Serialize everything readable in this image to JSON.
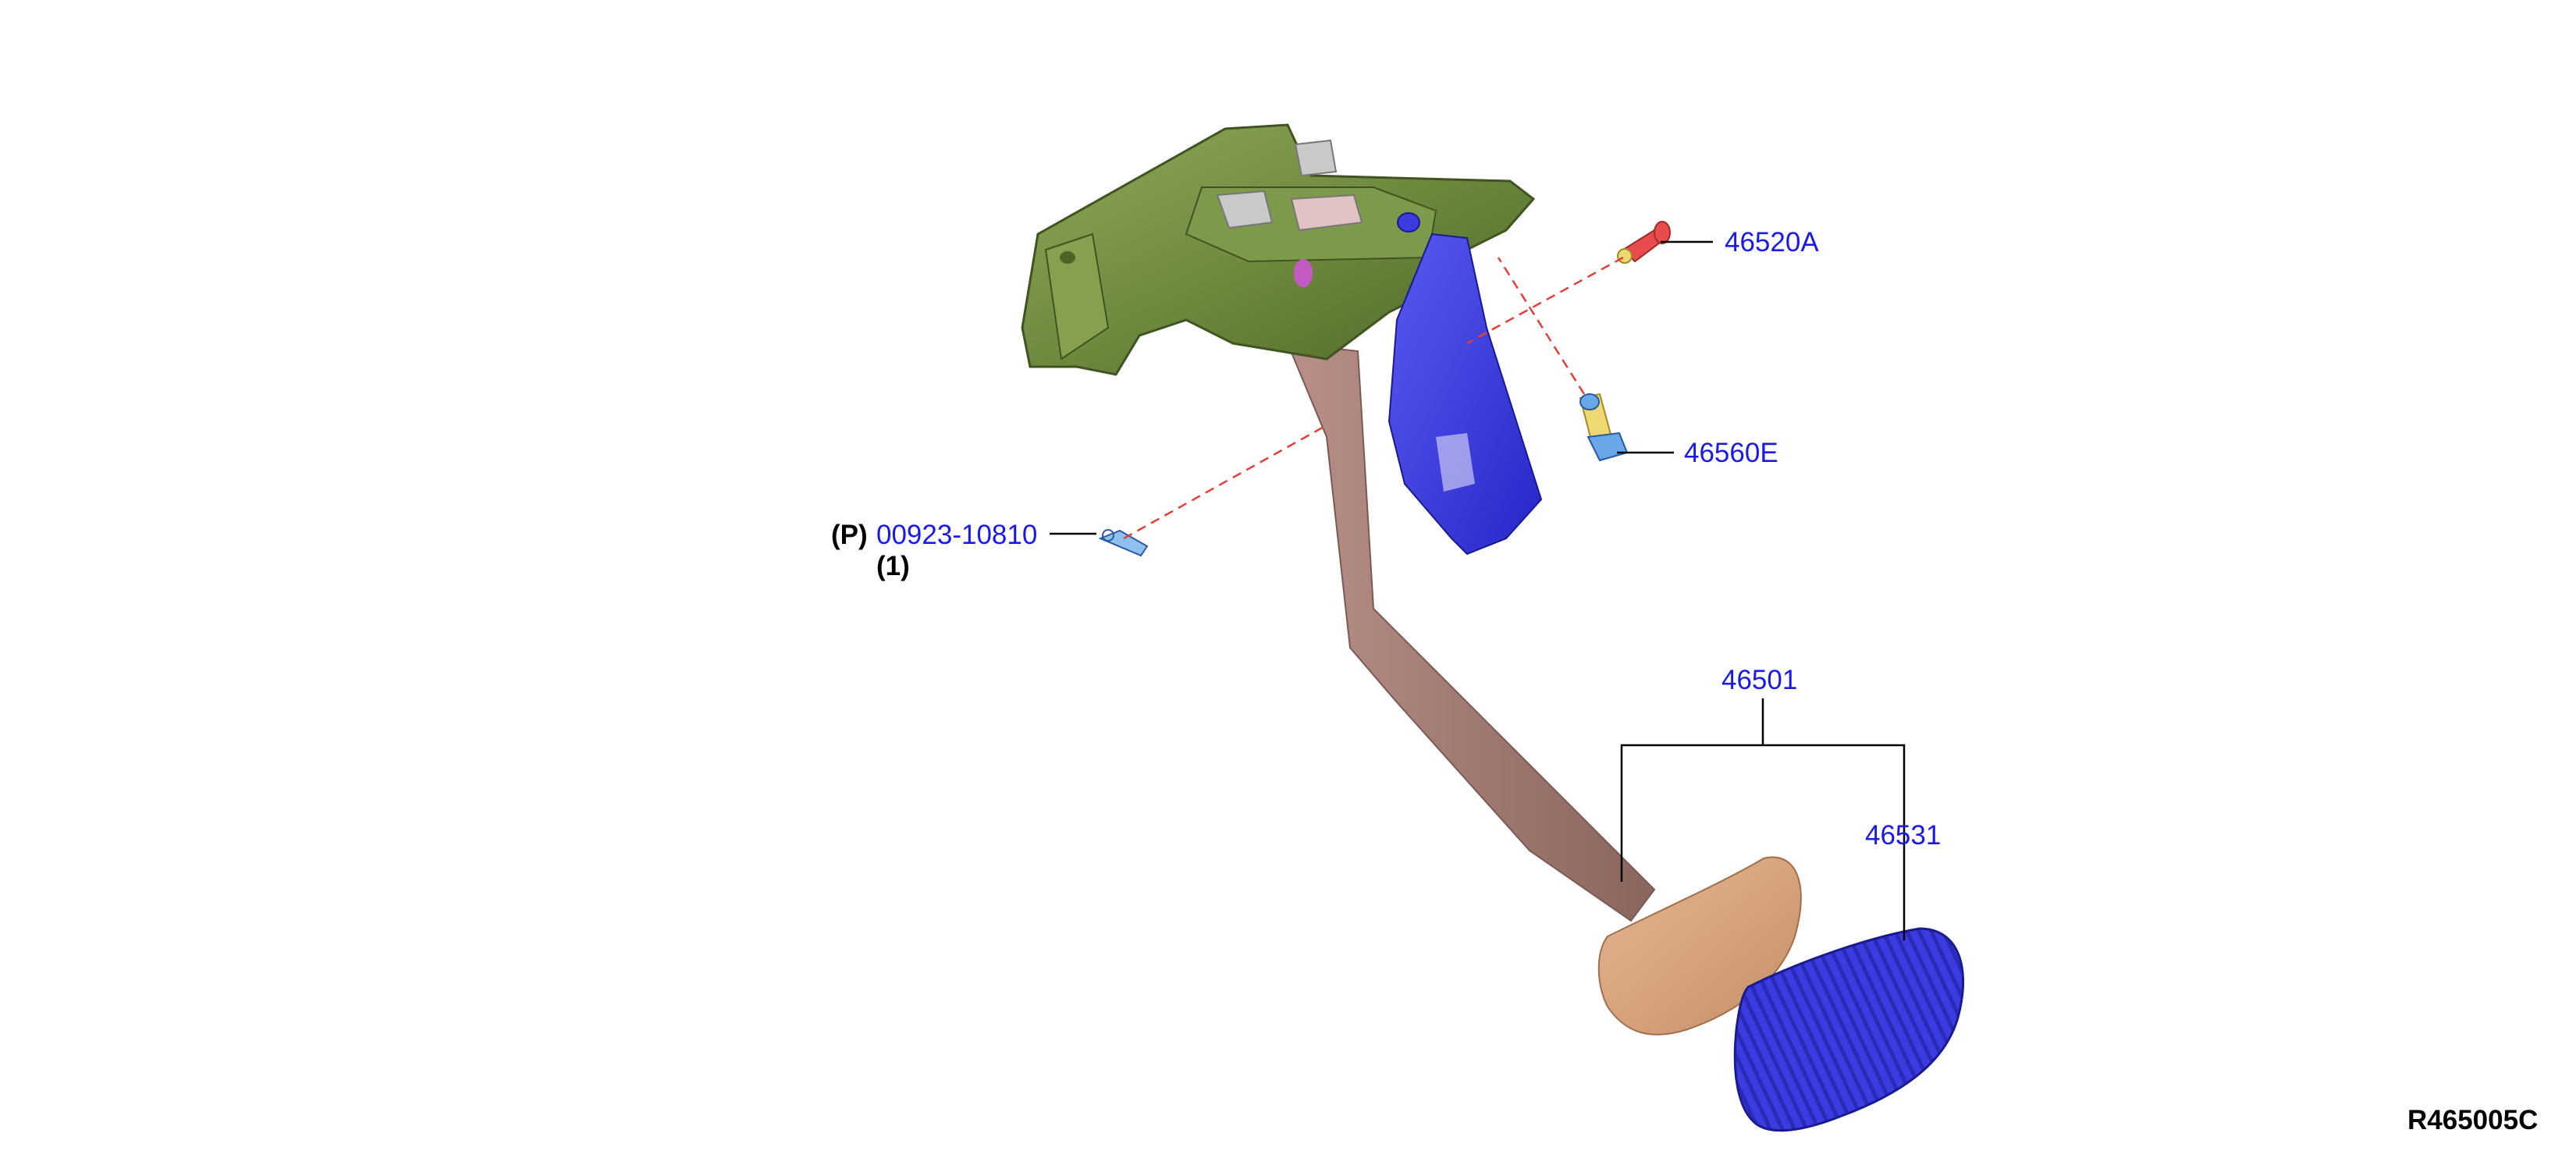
{
  "colors": {
    "label_blue": "#1a1ae6",
    "label_black": "#000000",
    "leader_line": "#000000",
    "dashed_line": "#e0403a",
    "bracket_green": "#6e8a3e",
    "pedal_arm": "#a07a72",
    "blue_parts": "#3b3be0",
    "pedal_pad": "#d7a27a",
    "bolt_red": "#e84c4c",
    "switch_blue": "#6aa7e8"
  },
  "labels": {
    "part_46520A": "46520A",
    "part_46560E": "46560E",
    "part_00923_10810": "00923-10810",
    "part_00923_prefix": "(P)",
    "part_00923_qty": "(1)",
    "part_46501": "46501",
    "part_46531": "46531",
    "diagram_code": "R465005C"
  }
}
